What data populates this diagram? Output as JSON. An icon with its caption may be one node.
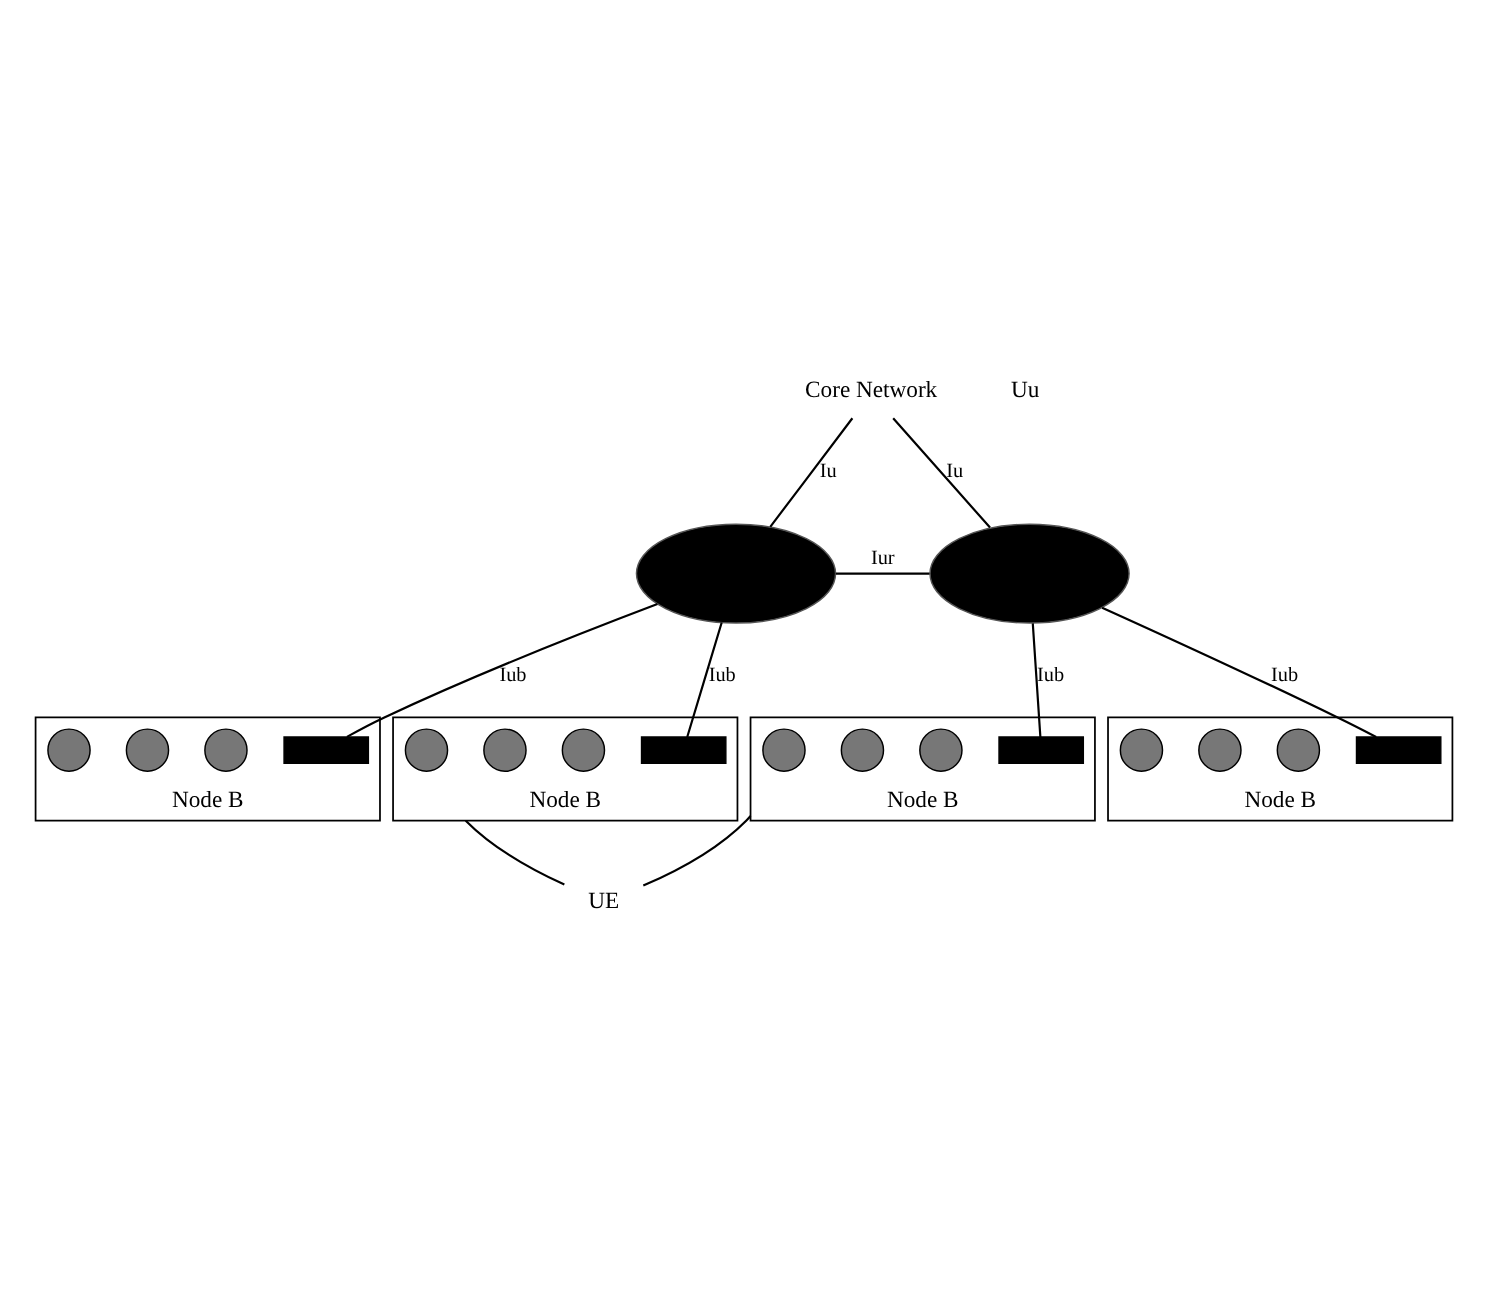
{
  "diagram": {
    "nodes": [
      {
        "text": [
          "Core Network"
        ]
      },
      {
        "text": [],
        "shape": "ellipse"
      },
      {
        "text": [],
        "shape": "ellipse"
      },
      {
        "text": [
          "Node B"
        ]
      },
      {
        "text": [],
        "shape": "box",
        "in": 3
      },
      {
        "text": [],
        "shape": "circle",
        "in": 3
      },
      {
        "text": [],
        "shape": "circle",
        "in": 3
      },
      {
        "text": [],
        "shape": "circle",
        "in": 3
      },
      {
        "text": [
          "Node B"
        ]
      },
      {
        "text": [],
        "shape": "box",
        "in": 8
      },
      {
        "text": [],
        "shape": "circle",
        "in": 8
      },
      {
        "text": [],
        "shape": "circle",
        "in": 8
      },
      {
        "text": [],
        "shape": "circle",
        "in": 8
      },
      {
        "text": [
          "Node B"
        ]
      },
      {
        "text": [],
        "shape": "box",
        "in": 13
      },
      {
        "text": [],
        "shape": "circle",
        "in": 13
      },
      {
        "text": [],
        "shape": "circle",
        "in": 13
      },
      {
        "text": [],
        "shape": "circle",
        "in": 13
      },
      {
        "text": [
          "Node B"
        ]
      },
      {
        "text": [],
        "shape": "box",
        "in": 18
      },
      {
        "text": [],
        "shape": "circle",
        "in": 18
      },
      {
        "text": [],
        "shape": "circle",
        "in": 18
      },
      {
        "text": [],
        "shape": "circle",
        "in": 18
      },
      {
        "text": [
          "UE"
        ]
      }
    ],
    "edges": [
      {
        "from": 0,
        "to": 1,
        "arrow": "none",
        "label": "Iu"
      },
      {
        "from": 0,
        "to": 2,
        "arrow": "none",
        "label": "Iu"
      },
      {
        "from": 1,
        "to": 2,
        "arrow": "none",
        "label": "Iur"
      },
      {
        "from": 1,
        "to": 4,
        "arrow": "none",
        "label": "Iub"
      },
      {
        "from": 1,
        "to": 9,
        "arrow": "none",
        "label": "Iub"
      },
      {
        "from": 2,
        "to": 14,
        "arrow": "none",
        "label": "Iub"
      },
      {
        "from": 2,
        "to": 19,
        "arrow": "none",
        "label": "Iub"
      },
      {
        "from": 8,
        "to": 23,
        "arrow": "none"
      },
      {
        "from": 13,
        "to": 23,
        "arrow": "none"
      }
    ],
    "labels": [
      "Uu"
    ]
  }
}
